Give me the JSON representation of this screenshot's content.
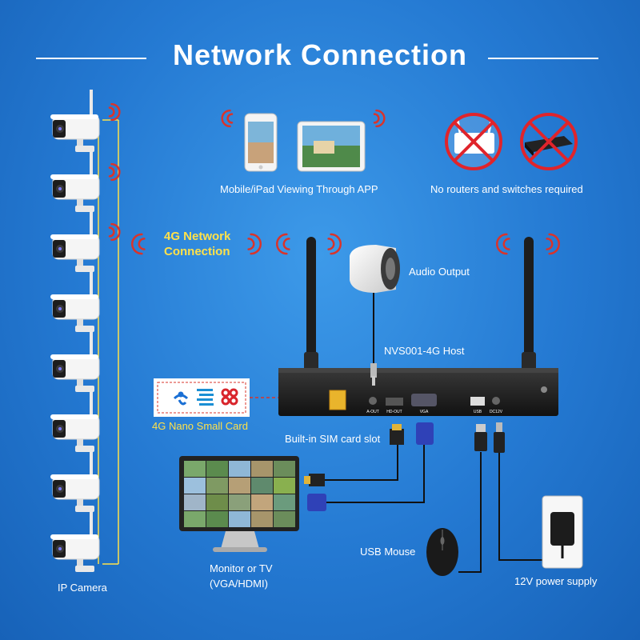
{
  "title": "Network Connection",
  "labels": {
    "mobile": "Mobile/iPad Viewing Through APP",
    "no_routers": "No routers and switches required",
    "network_4g_line1": "4G Network",
    "network_4g_line2": "Connection",
    "audio": "Audio Output",
    "host": "NVS001-4G Host",
    "sim_card": "4G Nano Small Card",
    "sim_slot": "Built-in SIM card slot",
    "monitor_line1": "Monitor or TV",
    "monitor_line2": "(VGA/HDMI)",
    "mouse": "USB Mouse",
    "power": "12V power supply",
    "camera": "IP Camera"
  },
  "ports": [
    "A-OUT",
    "HD-OUT",
    "VGA",
    "USB",
    "DC12V"
  ],
  "colors": {
    "background": "#2479d2",
    "link_line": "#ffe14a",
    "signal": "#d9342b",
    "cross": "#e0242b"
  }
}
